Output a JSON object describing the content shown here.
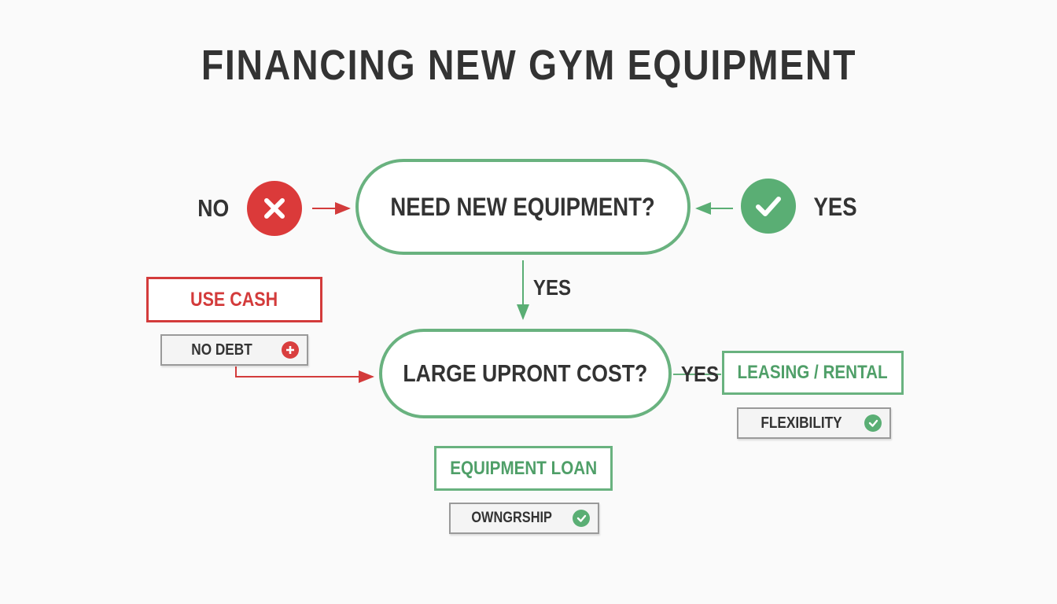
{
  "title": "FINANCING NEW GYM EQUIPMENT",
  "nodes": {
    "need_question": "NEED NEW EQUIPMENT?",
    "cost_question": "LARGE UPRONT COST?"
  },
  "labels": {
    "no": "NO",
    "yes_right": "YES",
    "yes_down": "YES",
    "yes_cost": "YES"
  },
  "outcomes": {
    "cash": {
      "label": "USE CASH",
      "tag": "NO DEBT"
    },
    "leasing": {
      "label": "LEASING / RENTAL",
      "tag": "FLEXIBILITY"
    },
    "loan": {
      "label": "EQUIPMENT LOAN",
      "tag": "OWNGRSHIP"
    }
  },
  "icons": {
    "no": "x-circle-icon",
    "yes": "check-circle-icon",
    "cash_tag": "plus-circle-icon",
    "leasing_tag": "check-circle-icon",
    "loan_tag": "check-circle-icon"
  },
  "colors": {
    "green": "#69b27f",
    "red": "#d33b3b",
    "text": "#333333"
  }
}
